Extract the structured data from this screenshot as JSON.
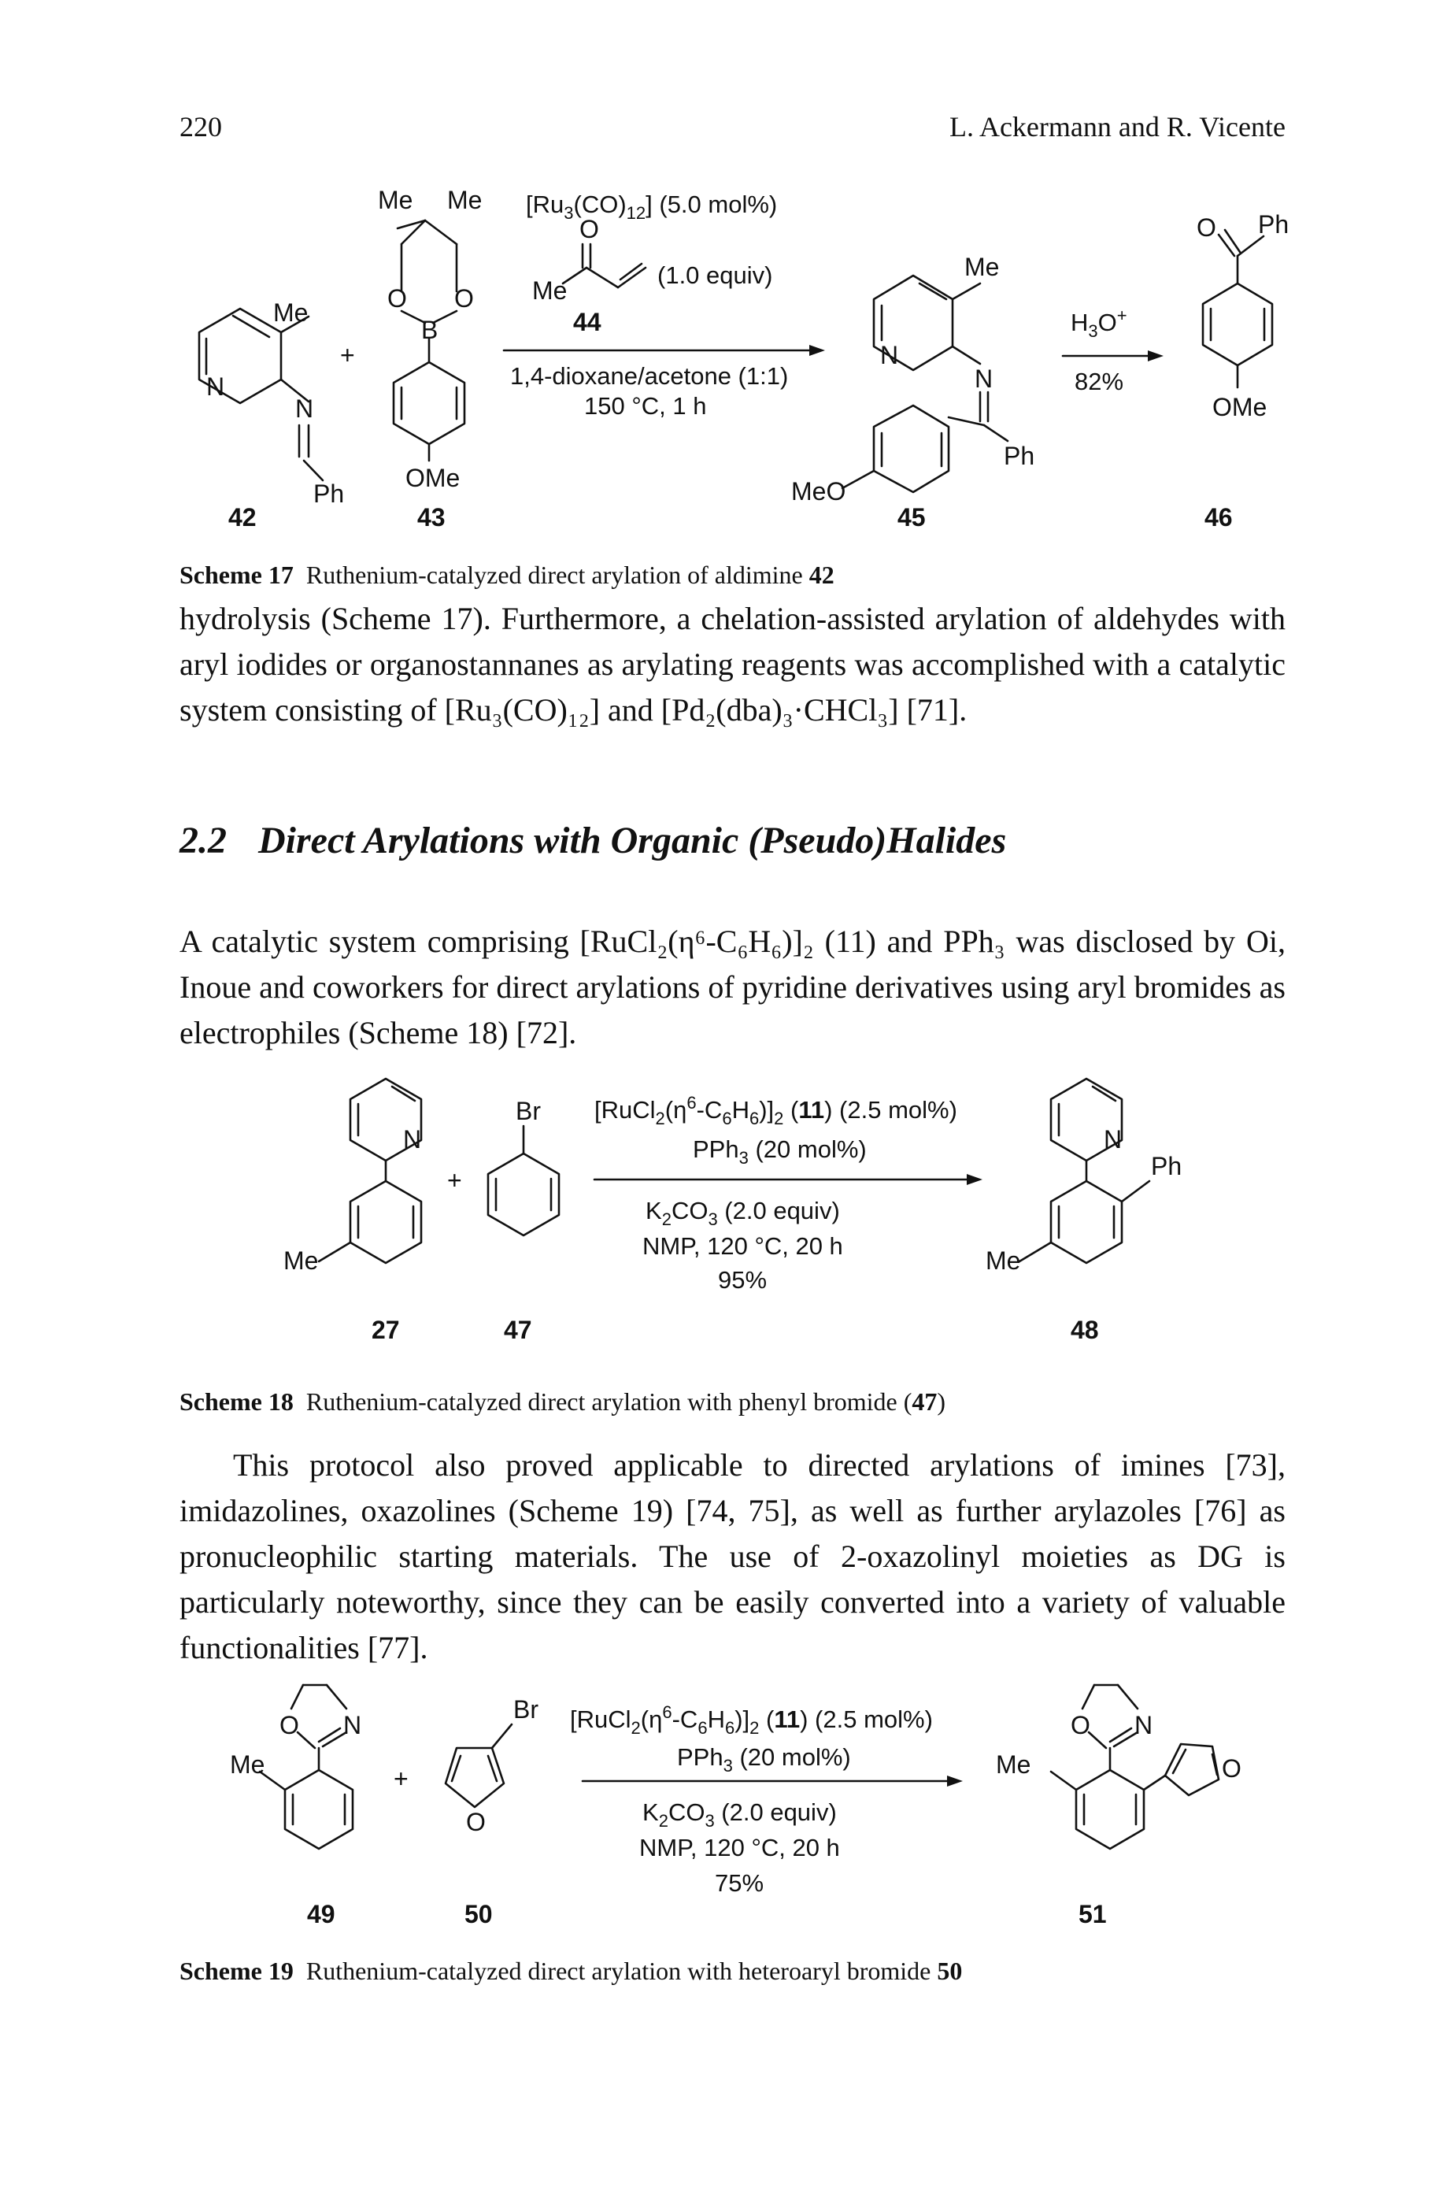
{
  "header": {
    "page_number": "220",
    "running_head": "L. Ackermann and R. Vicente"
  },
  "scheme17": {
    "caption_label": "Scheme 17",
    "caption_text": "Ruthenium-catalyzed direct arylation of aldimine ",
    "caption_ref": "42",
    "catalyst_pre": "[Ru",
    "catalyst_sub1": "3",
    "catalyst_mid": "(CO)",
    "catalyst_sub2": "12",
    "catalyst_post": "] (5.0 mol%)",
    "additive_equiv": "(1.0 equiv)",
    "additive_number": "44",
    "solvent": "1,4-dioxane/acetone (1:1)",
    "temp_time": "150 °C, 1 h",
    "hydrolysis_pre": "H",
    "hydrolysis_sub": "3",
    "hydrolysis_post": "O",
    "hydrolysis_sup": "+",
    "yield": "82%",
    "labels": {
      "me": "Me",
      "ph": "Ph",
      "n": "N",
      "o": "O",
      "b": "B",
      "ome": "OMe",
      "meo": "MeO",
      "plus": "+"
    },
    "compounds": [
      "42",
      "43",
      "45",
      "46"
    ]
  },
  "paragraph1": "hydrolysis (Scheme 17). Furthermore, a chelation-assisted arylation of aldehydes with aryl iodides or organostannanes as arylating reagents was accomplished with a catalytic system consisting of [Ru₃(CO)₁₂] and [Pd₂(dba)₃·CHCl₃] [71].",
  "section": {
    "number": "2.2",
    "title": "Direct Arylations with Organic (Pseudo)Halides"
  },
  "paragraph2": "A catalytic system comprising [RuCl₂(η⁶-C₆H₆)]₂ (11) and PPh₃ was disclosed by Oi, Inoue and coworkers for direct arylations of pyridine derivatives using aryl bromides as electrophiles (Scheme 18) [72].",
  "scheme18": {
    "caption_label": "Scheme 18",
    "caption_text": "Ruthenium-catalyzed direct arylation with phenyl bromide (",
    "caption_ref": "47",
    "caption_end": ")",
    "cat_a": "[RuCl",
    "cat_b": "2",
    "cat_c": "(η",
    "cat_d": "6",
    "cat_e": "-C",
    "cat_f": "6",
    "cat_g": "H",
    "cat_h": "6",
    "cat_i": ")]",
    "cat_j": "2",
    "cat_k": " (",
    "cat_l": "11",
    "cat_m": ") (2.5 mol%)",
    "ligand_a": "PPh",
    "ligand_b": "3",
    "ligand_c": " (20 mol%)",
    "base_a": "K",
    "base_b": "2",
    "base_c": "CO",
    "base_d": "3",
    "base_e": " (2.0 equiv)",
    "solvent": "NMP, 120 °C, 20 h",
    "yield": "95%",
    "labels": {
      "n": "N",
      "br": "Br",
      "me": "Me",
      "ph": "Ph",
      "plus": "+"
    },
    "compounds": [
      "27",
      "47",
      "48"
    ]
  },
  "paragraph3": "This protocol also proved applicable to directed arylations of imines [73], imidazolines, oxazolines (Scheme 19) [74, 75], as well as further arylazoles [76] as pronucleophilic starting materials. The use of 2-oxazolinyl moieties as DG is particularly noteworthy, since they can be easily converted into a variety of valuable functionalities [77].",
  "scheme19": {
    "caption_label": "Scheme 19",
    "caption_text": "Ruthenium-catalyzed direct arylation with heteroaryl bromide ",
    "caption_ref": "50",
    "yield": "75%",
    "labels": {
      "n": "N",
      "o": "O",
      "br": "Br",
      "me": "Me",
      "plus": "+"
    },
    "compounds": [
      "49",
      "50",
      "51"
    ]
  }
}
